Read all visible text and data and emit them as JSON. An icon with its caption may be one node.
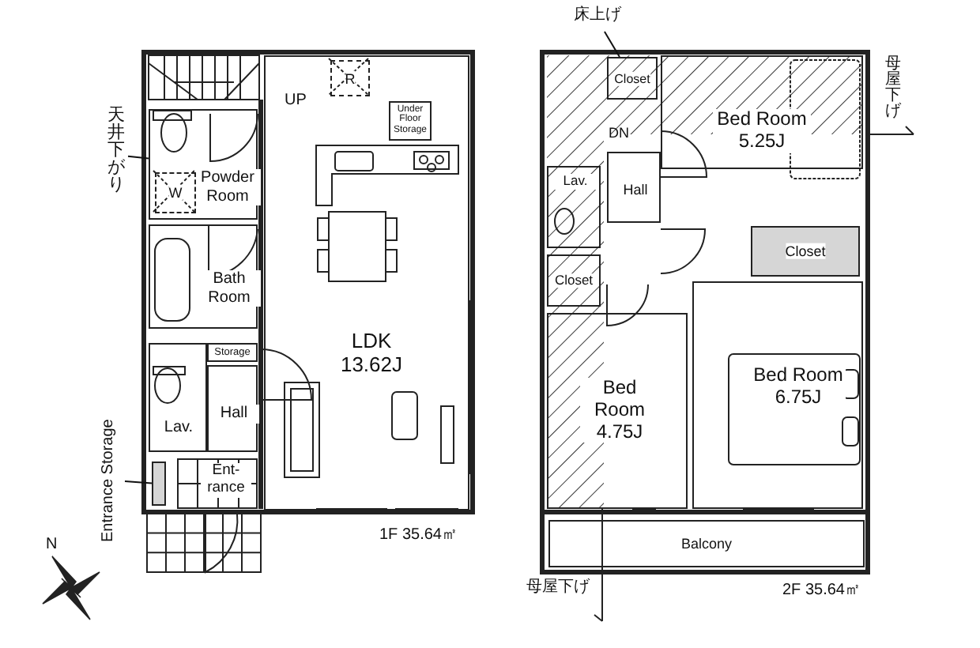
{
  "diagram": {
    "nodes": [
      {
        "text": [
          "LDK 13.62J"
        ]
      },
      {
        "text": [
          "R"
        ],
        "in": 0
      },
      {
        "text": [
          "Under Floor Storage"
        ],
        "in": 0
      },
      {
        "text": [
          "Powder Room"
        ]
      },
      {
        "text": [
          "W"
        ],
        "in": 3
      },
      {
        "text": [
          "Bath Room"
        ]
      },
      {
        "text": [
          "Storage"
        ]
      },
      {
        "text": [
          "Lav."
        ]
      },
      {
        "text": [
          "Hall"
        ]
      },
      {
        "text": [],
        "shape": "box"
      },
      {
        "text": [
          "Entrance Storage"
        ]
      },
      {
        "text": [
          "Ent-rance"
        ]
      },
      {
        "text": [
          "天井下がり"
        ]
      },
      {
        "text": [
          "Bed Room 5.25J"
        ]
      },
      {
        "text": [
          "Closet"
        ]
      },
      {
        "text": [
          "Hall"
        ]
      },
      {
        "text": [
          "Lav."
        ]
      },
      {
        "text": [
          "Closet"
        ]
      },
      {
        "text": [
          "Closet"
        ]
      },
      {
        "text": [
          "Bed Room 4.75J"
        ]
      },
      {
        "text": [
          "Bed Room 6.75J"
        ]
      },
      {
        "text": [
          "Balcony"
        ]
      },
      {
        "text": [
          "床上げ"
        ]
      }
    ],
    "edges": [
      {
        "from": 10,
        "to": 9,
        "arrow": "none"
      },
      {
        "from": 12,
        "to": 3,
        "arrow": "none"
      },
      {
        "from": 22,
        "to": 14,
        "arrow": "none"
      }
    ],
    "labels": [
      "UP",
      "DN",
      "1F 35.64㎡",
      "2F 35.64㎡",
      "母屋下げ",
      "母屋下げ",
      "N"
    ]
  }
}
